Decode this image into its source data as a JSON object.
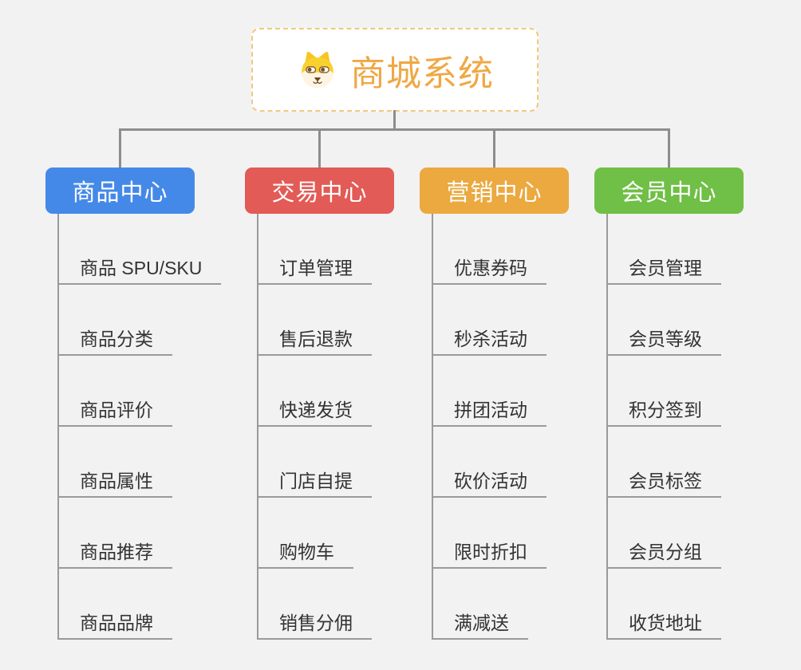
{
  "page": {
    "background": "#f2f2f2",
    "connector_color": "#8d8d8d"
  },
  "root": {
    "title": "商城系统",
    "icon": "dog-face-icon",
    "text_color": "#efa844",
    "border_color": "#f3c87e"
  },
  "branches": [
    {
      "label": "商品中心",
      "color": "#4589e8",
      "items": [
        "商品 SPU/SKU",
        "商品分类",
        "商品评价",
        "商品属性",
        "商品推荐",
        "商品品牌"
      ]
    },
    {
      "label": "交易中心",
      "color": "#e25b56",
      "items": [
        "订单管理",
        "售后退款",
        "快递发货",
        "门店自提",
        "购物车",
        "销售分佣"
      ]
    },
    {
      "label": "营销中心",
      "color": "#eba93f",
      "items": [
        "优惠券码",
        "秒杀活动",
        "拼团活动",
        "砍价活动",
        "限时折扣",
        "满减送"
      ]
    },
    {
      "label": "会员中心",
      "color": "#70bf46",
      "items": [
        "会员管理",
        "会员等级",
        "积分签到",
        "会员标签",
        "会员分组",
        "收货地址"
      ]
    }
  ]
}
